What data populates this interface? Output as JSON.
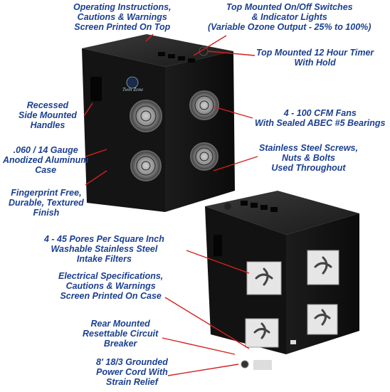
{
  "callouts": {
    "operating_instructions": [
      "Operating Instructions,",
      "Cautions & Warnings",
      "Screen Printed On Top"
    ],
    "top_switches": [
      "Top Mounted On/Off Switches",
      "& Indicator Lights",
      "(Variable Ozone Output - 25% to 100%)"
    ],
    "timer": [
      "Top Mounted 12 Hour Timer",
      "With Hold"
    ],
    "handles": [
      "Recessed",
      "Side Mounted",
      "Handles"
    ],
    "fans": [
      "4 - 100 CFM Fans",
      "With Sealed ABEC #5 Bearings"
    ],
    "case": [
      ".060 / 14 Gauge",
      "Anodized Aluminum",
      "Case"
    ],
    "screws": [
      "Stainless Steel Screws,",
      "Nuts & Bolts",
      "Used Throughout"
    ],
    "finish": [
      "Fingerprint Free,",
      "Durable, Textured",
      "Finish"
    ],
    "filters": [
      "4 - 45 Pores Per Square Inch",
      "Washable Stainless Steel",
      "Intake Filters"
    ],
    "electrical": [
      "Electrical Specifications,",
      "Cautions & Warnings",
      "Screen Printed On Case"
    ],
    "breaker": [
      "Rear Mounted",
      "Resettable Circuit",
      "Breaker"
    ],
    "power_cord": [
      "8' 18/3 Grounded",
      "Power Cord With",
      "Strain Relief"
    ]
  },
  "logo_text": "Twin Zone",
  "colors": {
    "label": "#1b3f8f",
    "leader": "#d42020",
    "case": "#111111"
  }
}
